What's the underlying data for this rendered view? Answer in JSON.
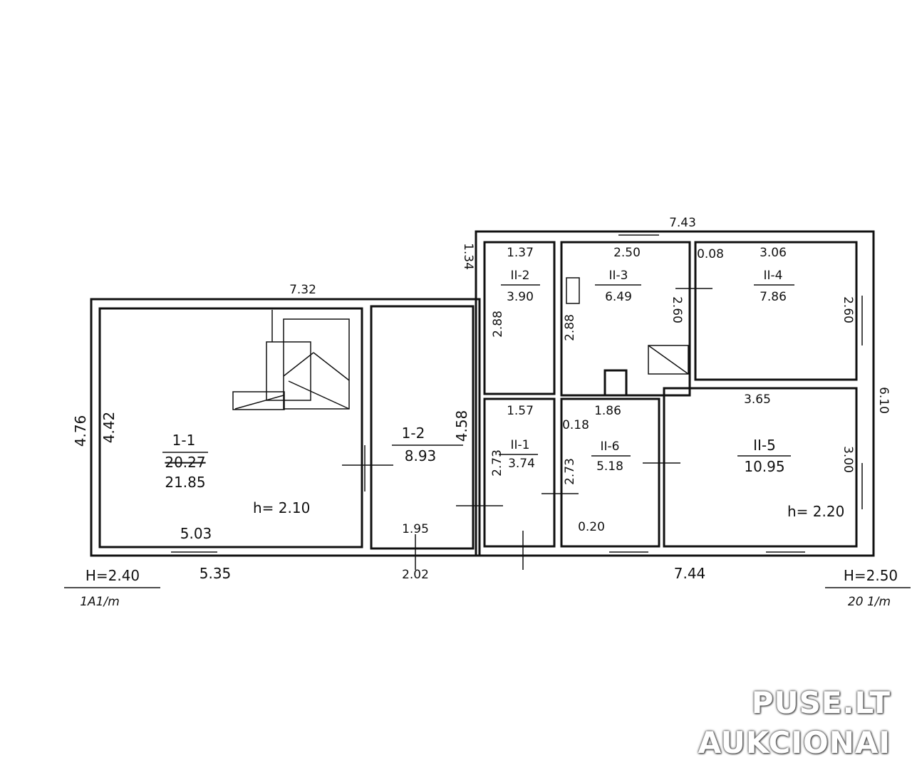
{
  "plan": {
    "rooms": [
      {
        "id": "1-1",
        "area_old": "20.27",
        "area": "21.85",
        "height": "h= 2.10"
      },
      {
        "id": "1-2",
        "area": "8.93"
      },
      {
        "id": "II-2",
        "area": "3.90"
      },
      {
        "id": "II-3",
        "area": "6.49"
      },
      {
        "id": "II-4",
        "area": "7.86"
      },
      {
        "id": "II-1",
        "area": "3.74"
      },
      {
        "id": "II-6",
        "area": "5.18"
      },
      {
        "id": "II-5",
        "area": "10.95",
        "height": "h= 2.20"
      }
    ],
    "dimensions": {
      "left_top": "7.32",
      "left_outer_height": "4.76",
      "left_inner_height": "4.42",
      "room_1_1_width": "5.03",
      "left_bottom": "5.35",
      "room_1_2_height": "4.58",
      "room_1_2_width": "1.95",
      "left_bottom_2": "2.02",
      "right_top": "7.43",
      "right_small": "1.34",
      "ii2_width": "1.37",
      "ii2_height": "2.88",
      "ii3_width": "2.50",
      "ii3_height": "2.88",
      "ii3_right": "2.60",
      "ii4_offset": "0.08",
      "ii4_width": "3.06",
      "ii4_height": "2.60",
      "ii1_width": "1.57",
      "ii1_height": "2.73",
      "ii6_offset": "0.18",
      "ii6_width": "1.86",
      "ii6_height": "2.73",
      "ii6_bottom": "0.20",
      "ii5_width": "3.65",
      "ii5_height": "3.00",
      "right_outer_height": "6.10",
      "right_bottom": "7.44"
    },
    "building_left": {
      "height": "H=2.40",
      "code": "1A1/m"
    },
    "building_right": {
      "height": "H=2.50",
      "code": "20 1/m"
    }
  },
  "watermark": {
    "line1": "PUSE.LT",
    "line2": "AUKCIONAI"
  }
}
